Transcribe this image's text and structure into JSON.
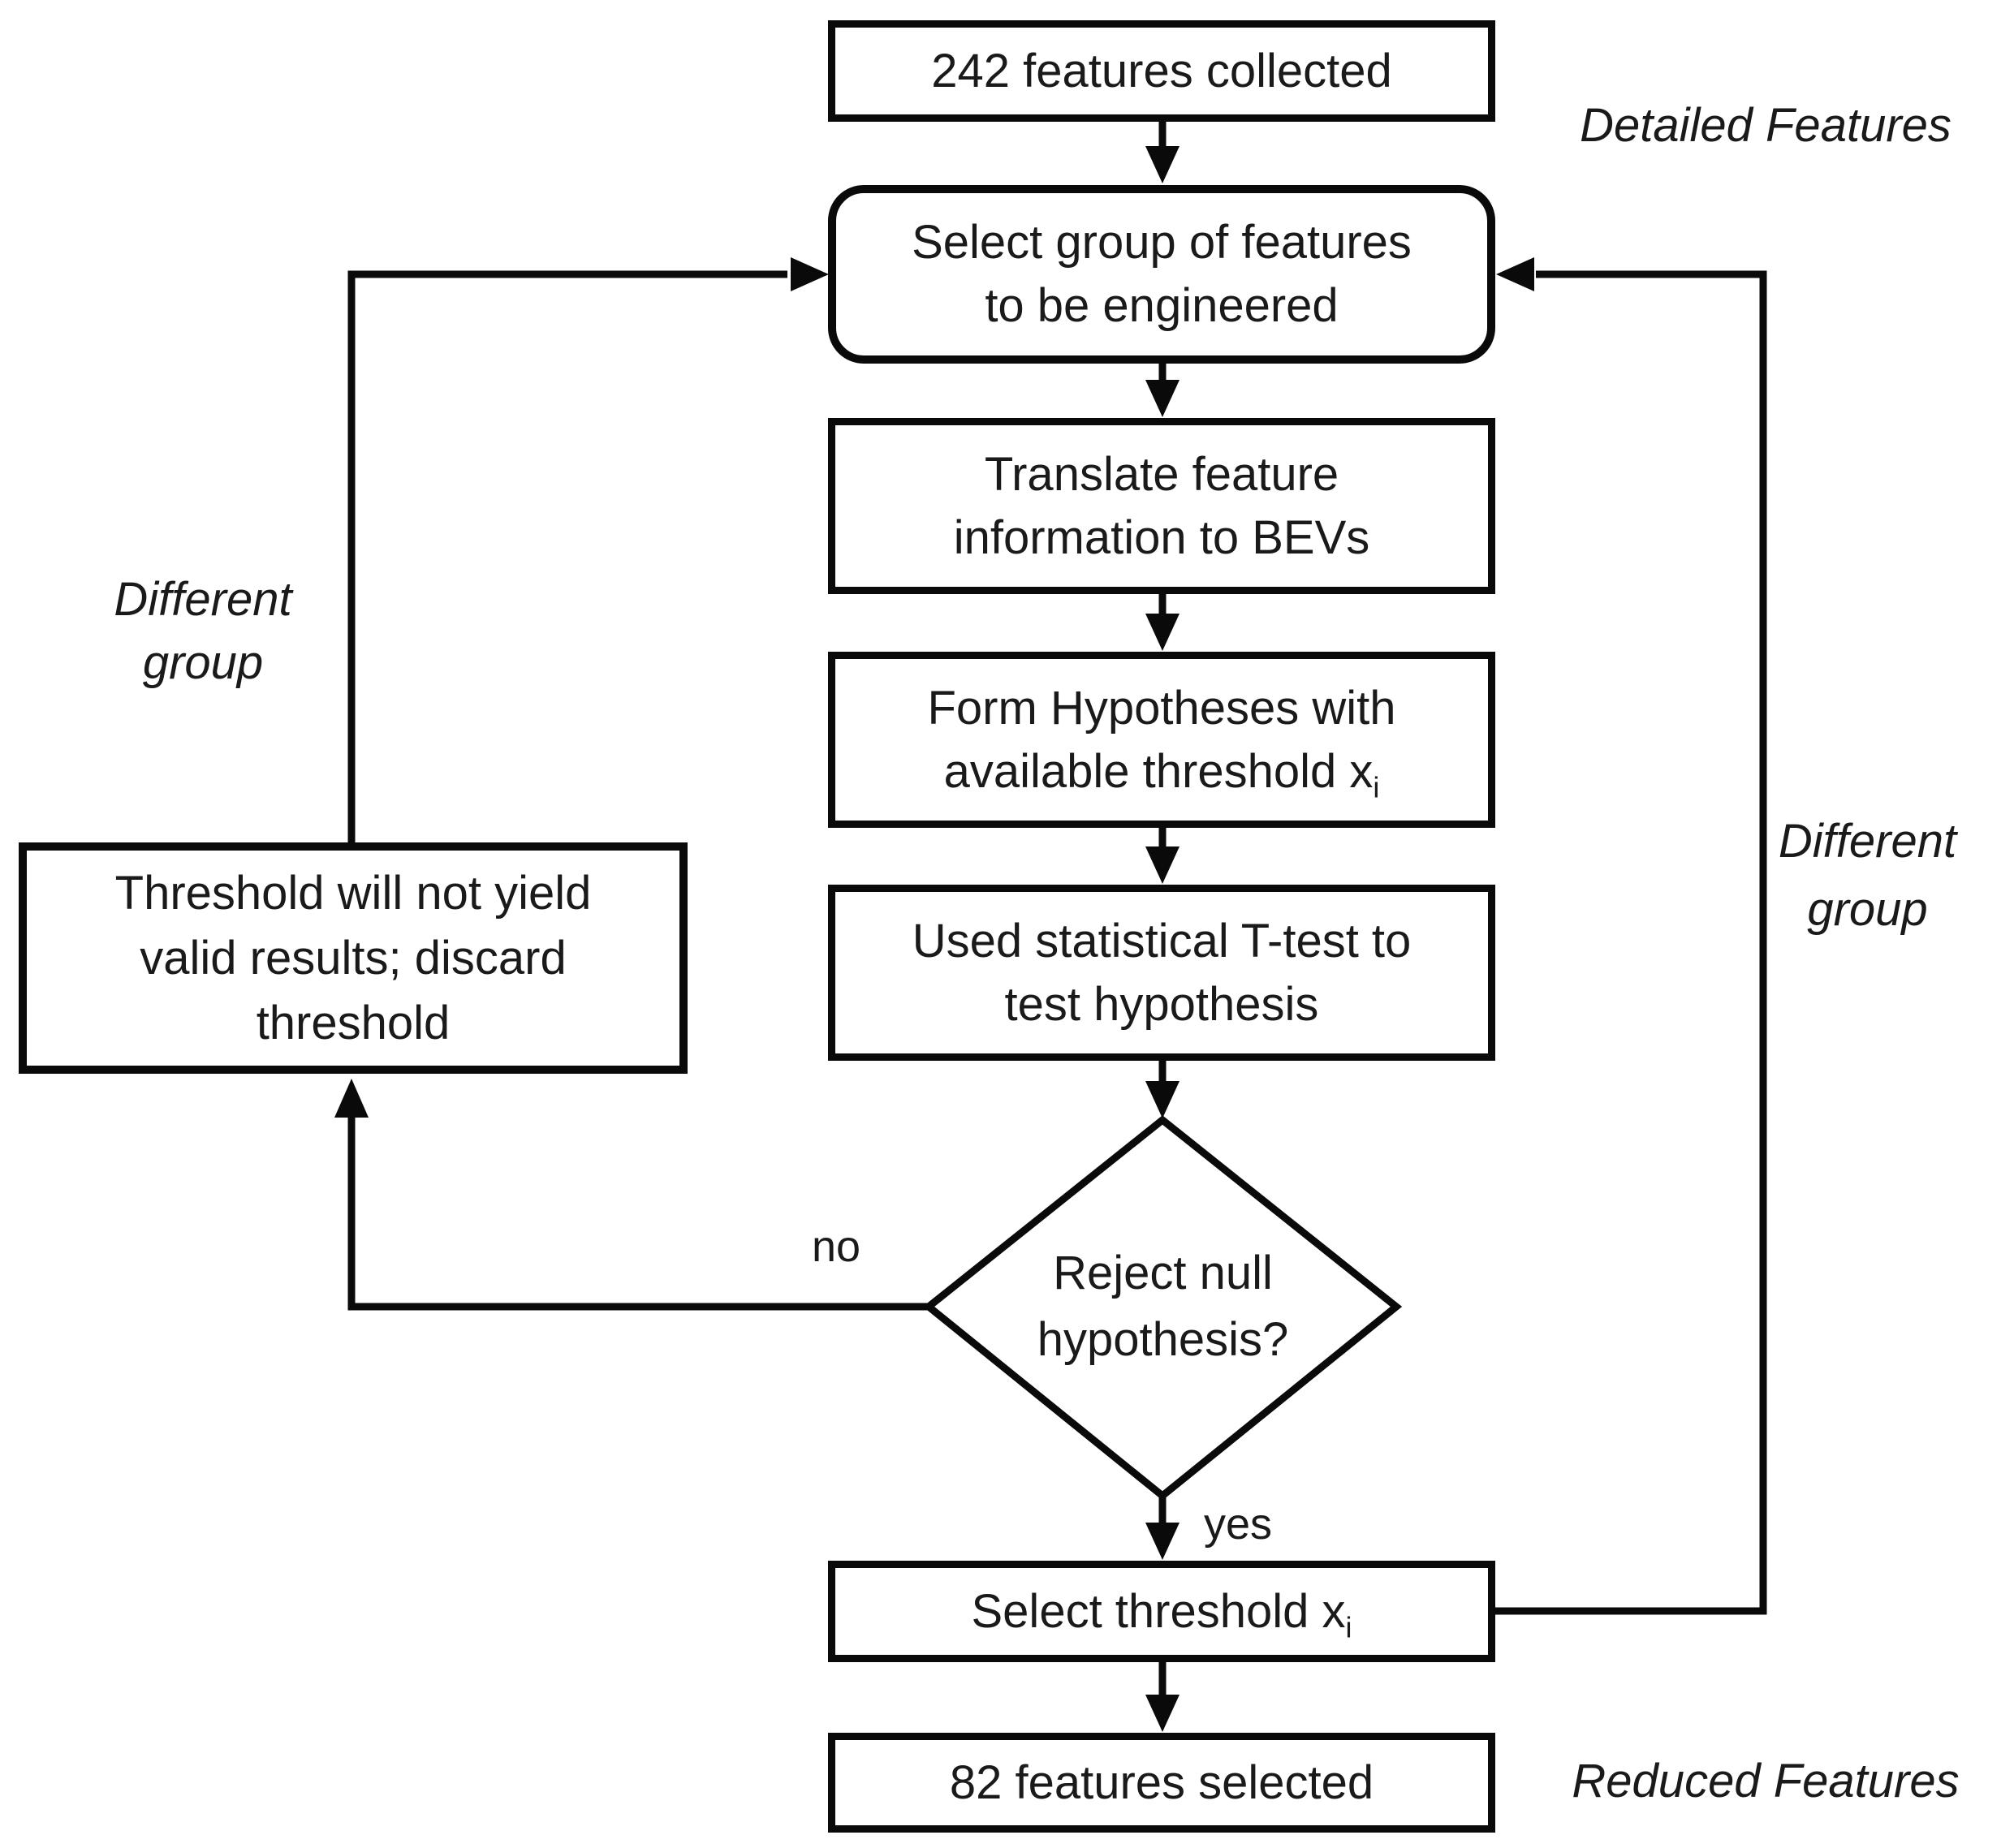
{
  "diagram": {
    "nodes": {
      "collected": {
        "label": "242 features collected"
      },
      "select_group": {
        "line1": "Select group of features",
        "line2": "to be engineered"
      },
      "translate": {
        "line1": "Translate feature",
        "line2": "information to BEVs"
      },
      "form_hypotheses": {
        "line1": "Form Hypotheses with",
        "line2_main": "available threshold x",
        "line2_sub": "i"
      },
      "t_test": {
        "line1": "Used statistical T-test to",
        "line2": "test hypothesis"
      },
      "reject_null": {
        "line1": "Reject null",
        "line2": "hypothesis?"
      },
      "select_threshold": {
        "label_main": "Select threshold x",
        "label_sub": "i"
      },
      "selected": {
        "label": "82 features selected"
      },
      "discard": {
        "line1": "Threshold will not yield",
        "line2": "valid results; discard",
        "line3": "threshold"
      }
    },
    "labels": {
      "detailed_features": "Detailed Features",
      "reduced_features": "Reduced Features",
      "different_group_left": {
        "line1": "Different",
        "line2": "group"
      },
      "different_group_right": {
        "line1": "Different",
        "line2": "group"
      },
      "no": "no",
      "yes": "yes"
    },
    "colors": {
      "line": "#0a0a0a",
      "box_background": "#ffffff",
      "text": "#1a1a1a"
    }
  }
}
